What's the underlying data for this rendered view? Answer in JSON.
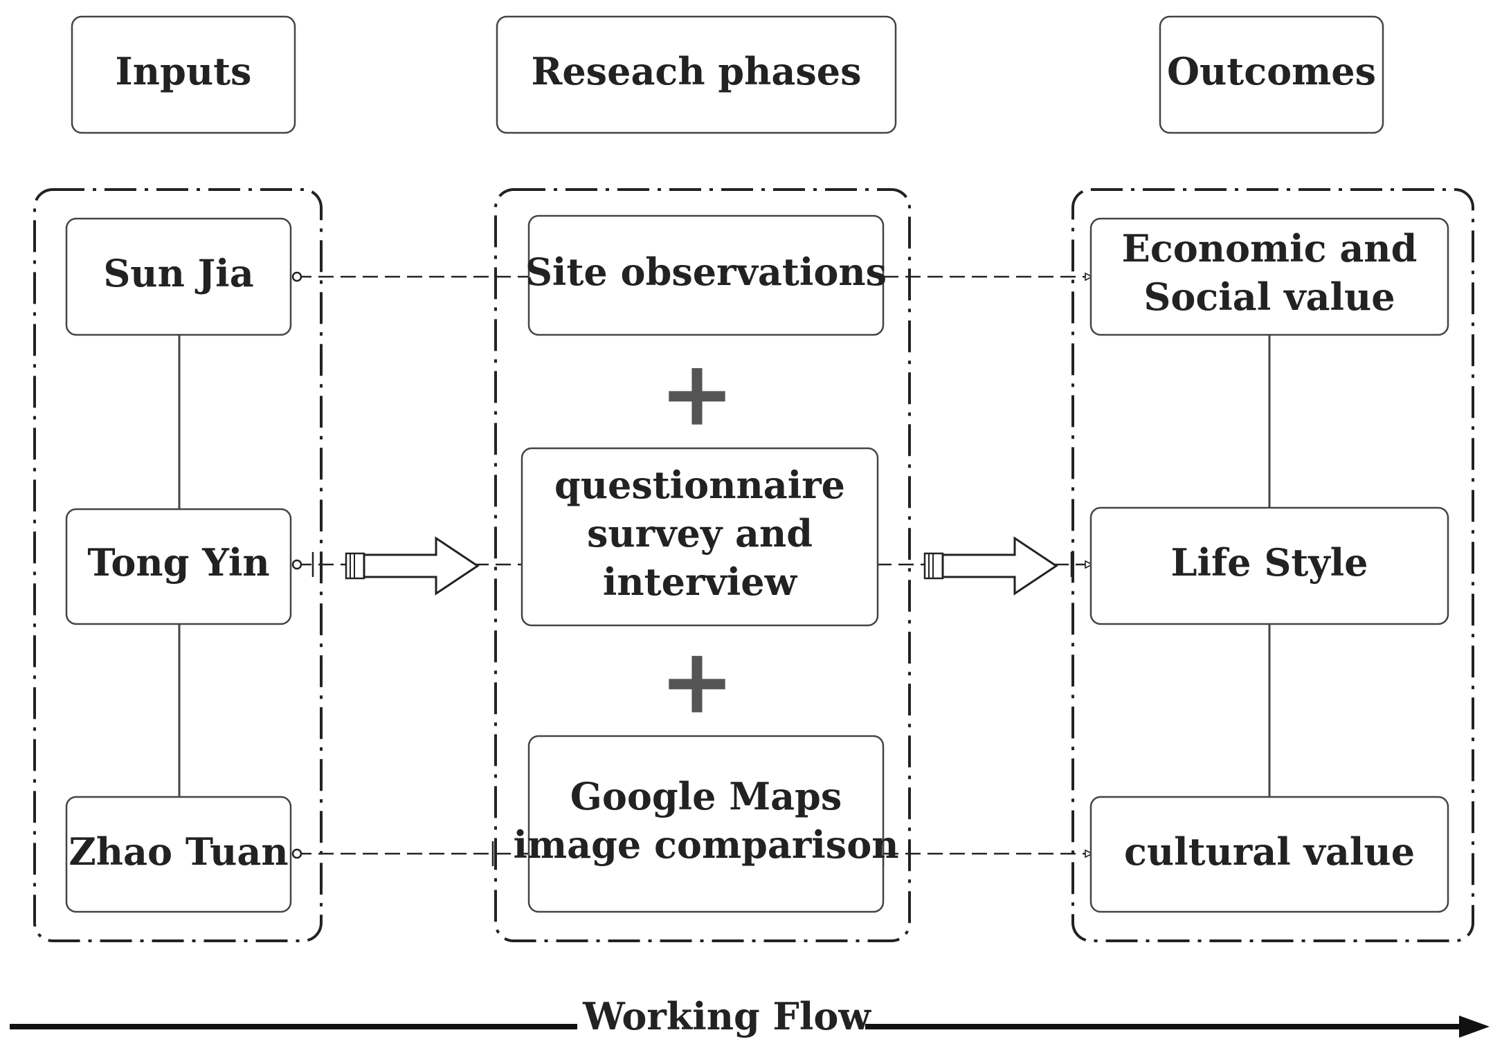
{
  "headers": {
    "inputs": "Inputs",
    "phases": "Reseach phases",
    "outcomes": "Outcomes"
  },
  "inputs": [
    "Sun Jia",
    "Tong Yin",
    "Zhao Tuan"
  ],
  "phases": {
    "site": "Site observations",
    "questionnaire": [
      "questionnaire",
      "survey and",
      "interview"
    ],
    "maps": [
      "Google Maps",
      "image comparison"
    ],
    "plus_symbol": "+"
  },
  "outcomes": {
    "economic": [
      "Economic and",
      "Social value"
    ],
    "lifestyle": "Life Style",
    "cultural": "cultural value"
  },
  "footer": {
    "flow_label": "Working Flow"
  },
  "colors": {
    "line": "#222222",
    "box_border": "#444444",
    "plus": "#555555"
  }
}
